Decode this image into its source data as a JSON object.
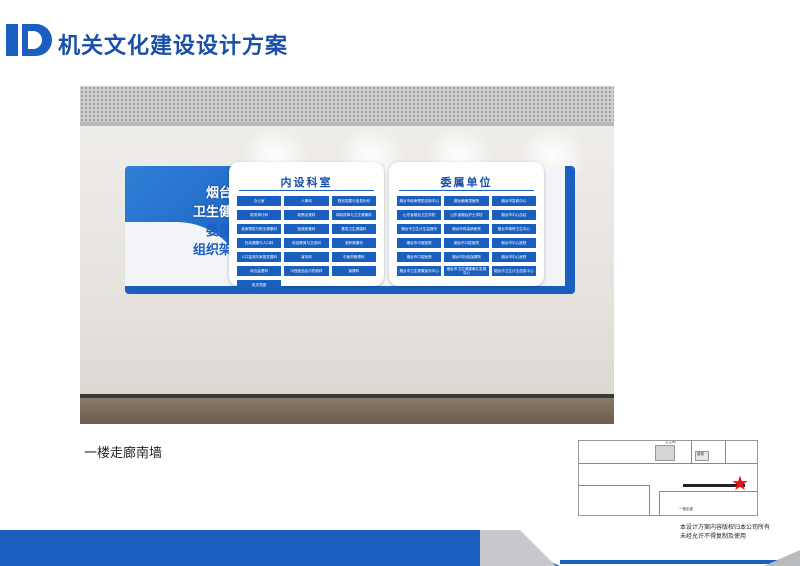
{
  "page": {
    "title": "机关文化建设设计方案",
    "caption": "一楼走廊南墙",
    "notice_line1": "本设计方案内容版权归本公司所有",
    "notice_line2": "未经允许不得复制及使用"
  },
  "sign": {
    "title_lines": [
      "烟台市",
      "卫生健康",
      "委员会",
      "组织架构"
    ],
    "left_panel_title": "内设科室",
    "right_panel_title": "委属单位",
    "left_cells": [
      "办公室",
      "人事科",
      "规划发展与信息化科",
      "财务审计科",
      "政策法规科",
      "体制改革与卫生健康科",
      "疾病预防与职业健康科",
      "医政医管科",
      "基层卫生健康科",
      "妇幼健康与人口科",
      "科技教育与交流科",
      "老龄健康科",
      "人口监测与家庭发展科",
      "宣传科",
      "中医药管理科",
      "综合监督科",
      "中西医结合与药政科",
      "保健科",
      "机关党委"
    ],
    "right_cells": [
      "烟台市疾病预防控制中心",
      "烟台毓璜顶医院",
      "烟台市急救中心",
      "山东省烟台卫生学校",
      "山东省烟台护士学校",
      "烟台市中心血站",
      "烟台市卫生计生监督所",
      "烟台市传染病医院",
      "烟台市精神卫生中心",
      "烟台市中医医院",
      "烟台市口腔医院",
      "烟台市中心医院",
      "烟台市口腔医院",
      "烟台市妇幼保健院",
      "烟台市中心医院",
      "烟台市卫生健康宣传中心",
      "烟台市卫生健康事业发展中心",
      "烟台市卫生计生信息中心"
    ]
  },
  "plan": {
    "labels": [
      "卫生间",
      "楼梯",
      "一楼走廊"
    ]
  },
  "colors": {
    "brand_blue": "#1a5fc0",
    "title_blue": "#1a4fa8",
    "band_grey": "#c7c9cc",
    "marker_red": "#e11111"
  }
}
